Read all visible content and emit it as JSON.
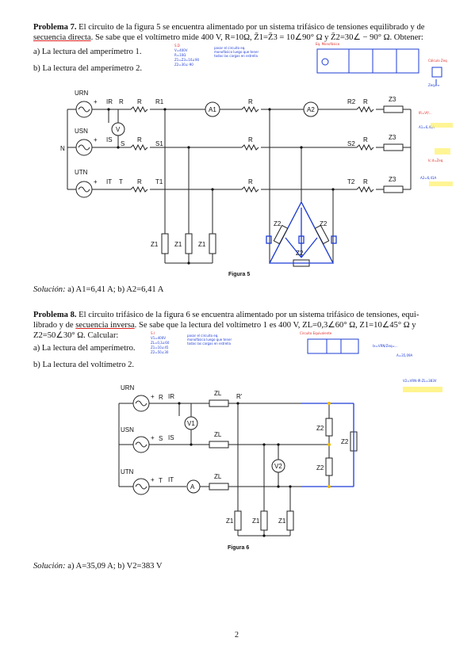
{
  "p7": {
    "title": "Problema 7.",
    "text_a": " El circuito de la figura 5 se encuentra alimentado por un sistema trifásico de tensiones equilibrado y de",
    "text_b_ul": "secuencia directa",
    "text_b_rest": ". Se sabe que el voltímetro mide 400 V, R=10Ω, Z̄1=Z̄3 = 10∠90° Ω y Z̄2=30∠ − 90° Ω. Obtener:",
    "item_a": "a)  La lectura del amperímetro 1.",
    "item_b": "b)  La lectura del amperímetro 2.",
    "figure_caption": "Figura 5",
    "solution_label": "Solución:",
    "solution_text": " a) A1=6,41 A; b) A2=6,41 A"
  },
  "p8": {
    "title": "Problema 8.",
    "text_a": " El circuito trifásico de la figura 6 se encuentra alimentado por un sistema trifásico de tensiones, equi-",
    "text_b1": "librado y de ",
    "text_b_ul": "secuencia inversa",
    "text_b2": ". Se sabe que la lectura del voltímetro 1 es 400 V, ZL=0,3∠60° Ω, Z1=10∠45° Ω y",
    "text_c": "Z2=50∠30° Ω. Calcular:",
    "item_a": "a)  La lectura del amperímetro.",
    "item_b": "b)  La lectura del voltímetro 2.",
    "figure_caption": "Figura 6",
    "solution_label": "Solución:",
    "solution_text": " a) A=35,09 A; b) V2=383 V"
  },
  "page_number": "2",
  "fig5_labels": {
    "U_R": "URN",
    "U_S": "USN",
    "U_T": "UTN",
    "N": "N",
    "I_R": "IR",
    "I_S": "IS",
    "I_T": "IT",
    "R": "R",
    "S": "S",
    "T": "T",
    "R1": "R1",
    "S1": "S1",
    "T1": "T1",
    "R2": "R2",
    "S2": "S2",
    "T2": "T2",
    "A1": "A1",
    "A2": "A2",
    "V": "V",
    "Z1": "Z1",
    "Z2": "Z2",
    "Z3": "Z3",
    "plus": "+"
  },
  "fig6_labels": {
    "U_R": "URN",
    "U_S": "USN",
    "U_T": "UTN",
    "R": "R",
    "S": "S",
    "T": "T",
    "Rp": "R'",
    "I_R": "IR",
    "I_S": "IS",
    "I_T": "IT",
    "ZL": "ZL",
    "Z1": "Z1",
    "Z2": "Z2",
    "V1": "V1",
    "V2": "V2",
    "A": "A",
    "plus": "+"
  },
  "notes7": {
    "n1": "S.D",
    "n2": "V=400V",
    "n3": "R=10Ω",
    "n4": "Z1=Z3=10∠90",
    "n5": "Z2=30∠-90",
    "arrow_note": "pasar el circuito eq. monofásico luego que tener todas las cargas en estrella",
    "eq_title": "Eq. Monofásico",
    "calc1": "Cálculo Zeq",
    "calc2": "Zeq=∞",
    "r1": "IR=Vf/...",
    "r2": "A1=6,41A",
    "r3": "Ic.d=Zeq",
    "r4": "A2=6,41A"
  },
  "notes8": {
    "n1": "S.I",
    "n2": "V1=400V",
    "n3": "ZL=0,3∠60",
    "n4": "Z1=10∠45",
    "n5": "Z2=50∠30",
    "arrow_note": "pasar el circuito eq. monofásico luego que tener todas las cargas en estrella",
    "eq_title": "Circuito Equivalente",
    "r1": "Ix=VRN/Zeq=...",
    "r2": "A=35,09A",
    "r3": "V2=VRN-IR·ZL=383V"
  }
}
